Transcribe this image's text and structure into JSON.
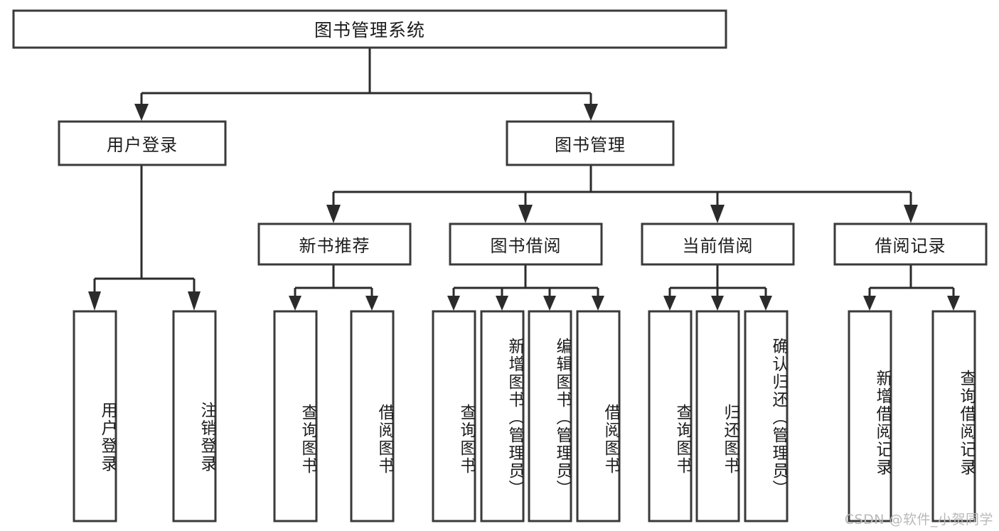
{
  "diagram": {
    "type": "tree-hierarchy",
    "title": "图书管理系统",
    "watermark": "CSDN @软件_小贺同学",
    "colors": {
      "box_stroke": "#3a3a3a",
      "connector": "#2b2b2b",
      "box_fill": "#ffffff",
      "text": "#1c1c1c",
      "background": "#ffffff",
      "watermark": "#b9b9b9"
    },
    "levels": {
      "root": {
        "label": "图书管理系统"
      },
      "level2": [
        {
          "label": "用户登录"
        },
        {
          "label": "图书管理"
        }
      ],
      "level3": [
        {
          "label": "新书推荐"
        },
        {
          "label": "图书借阅"
        },
        {
          "label": "当前借阅"
        },
        {
          "label": "借阅记录"
        }
      ],
      "leaves": {
        "user_login": [
          {
            "label": "用户登录"
          },
          {
            "label": "注销登录"
          }
        ],
        "new_book_recommend": [
          {
            "label": "查询图书"
          },
          {
            "label": "借阅图书"
          }
        ],
        "book_borrow": [
          {
            "label": "查询图书"
          },
          {
            "label": "新增图书（管理员）"
          },
          {
            "label": "编辑图书（管理员）"
          },
          {
            "label": "借阅图书"
          }
        ],
        "current_borrow": [
          {
            "label": "查询图书"
          },
          {
            "label": "归还图书"
          },
          {
            "label": "确认归还（管理员）"
          }
        ],
        "borrow_record": [
          {
            "label": "新增借阅记录"
          },
          {
            "label": "查询借阅记录"
          }
        ]
      }
    }
  }
}
